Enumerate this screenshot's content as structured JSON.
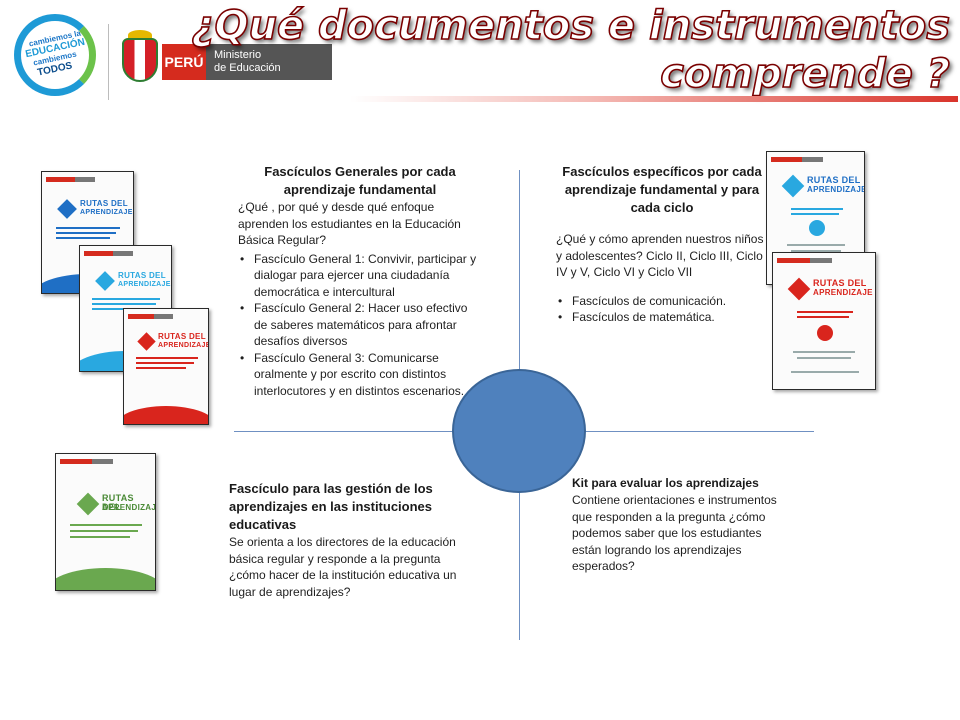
{
  "header": {
    "campaign_logo": {
      "line1": "cambiemos la",
      "line2": "EDUCACIÓN",
      "line3": "cambiemos",
      "line4": "TODOS"
    },
    "country": "PERÚ",
    "ministry_line1": "Ministerio",
    "ministry_line2": "de Educación",
    "title_line1": "¿Qué documentos e instrumentos",
    "title_line2": "comprende ?"
  },
  "quadrants": {
    "top_left": {
      "heading": "Fascículos Generales por cada aprendizaje fundamental",
      "intro": "¿Qué , por qué y desde qué enfoque aprenden los estudiantes en la Educación Básica Regular?",
      "bullets": [
        "Fascículo General 1: Convivir, participar y dialogar para ejercer una ciudadanía democrática e intercultural",
        "Fascículo General 2: Hacer uso efectivo de saberes matemáticos para afrontar desafíos diversos",
        "Fascículo General 3: Comunicarse oralmente y por escrito con distintos interlocutores y en distintos escenarios."
      ]
    },
    "top_right": {
      "heading": "Fascículos específicos por cada aprendizaje fundamental y para cada ciclo",
      "intro": "¿Qué y cómo aprenden nuestros niños y adolescentes? Ciclo II, Ciclo III, Ciclo IV y V, Ciclo VI y Ciclo VII",
      "bullets": [
        "Fascículos de comunicación.",
        "Fascículos de matemática."
      ]
    },
    "bottom_left": {
      "heading": "Fascículo para las gestión de los aprendizajes en las instituciones educativas",
      "body": "Se orienta a los directores de la educación básica regular y responde a la pregunta ¿cómo hacer de la institución educativa un lugar de aprendizajes?"
    },
    "bottom_right": {
      "heading": "Kit para evaluar los aprendizajes",
      "body": "Contiene orientaciones e instrumentos que responden a la pregunta ¿cómo podemos saber que los estudiantes están logrando los aprendizajes esperados?"
    }
  },
  "covers": {
    "brand_line1": "RUTAS DEL",
    "brand_line2": "APRENDIZAJE",
    "colors": {
      "blue": "#1f6fc5",
      "cyan": "#29a8e0",
      "red": "#d9251d",
      "green": "#6aa84f"
    }
  }
}
